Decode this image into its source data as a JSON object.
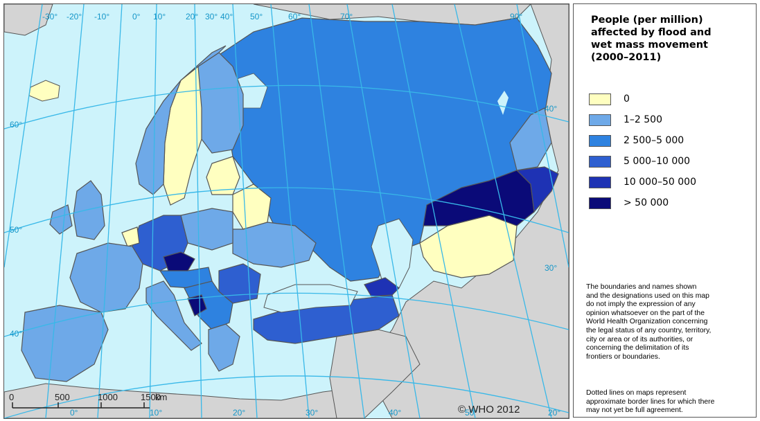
{
  "legend": {
    "title_lines": [
      "People (per million)",
      "affected by flood and",
      "wet mass movement",
      "(2000–2011)"
    ],
    "items": [
      {
        "label": "0",
        "color": "#ffffc0"
      },
      {
        "label": "1–2 500",
        "color": "#6ea9e8"
      },
      {
        "label": "2 500–5 000",
        "color": "#2e82e0"
      },
      {
        "label": "5 000–10 000",
        "color": "#2e5fd0"
      },
      {
        "label": "10 000–50 000",
        "color": "#1e32b4"
      },
      {
        "label": "> 50 000",
        "color": "#0a0a78"
      }
    ],
    "disclaimer_lines": [
      "The boundaries and names shown",
      "and the designations used on this map",
      "do not imply the expression of any",
      "opinion whatsoever on the part of the",
      "World Health Organization concerning",
      "the legal status of any country, territory,",
      "city or area or of its authorities, or",
      "concerning the delimitation of its",
      "frontiers or boundaries."
    ],
    "dotted_note_lines": [
      "Dotted lines on maps represent",
      "approximate border lines for which there",
      "may not yet be full agreement."
    ]
  },
  "map": {
    "colors": {
      "water": "#cdf3fb",
      "non_region": "#d4d4d4",
      "border": "#555555",
      "graticule": "#38b8e8"
    },
    "graticule_labels": {
      "top": [
        "-30°",
        "-20°",
        "-10°",
        "0°",
        "10°",
        "20°",
        "30°",
        "40°",
        "50°",
        "60°",
        "70°",
        "90°"
      ],
      "bottom": [
        "0°",
        "10°",
        "20°",
        "30°",
        "40°",
        "50°",
        "20°"
      ],
      "left": [
        "60°",
        "50°",
        "40°"
      ],
      "right": [
        "40°",
        "30°"
      ]
    },
    "scale_bar": {
      "ticks": [
        "0",
        "500",
        "1000",
        "1500"
      ],
      "unit": "km"
    },
    "credit": "© WHO 2012"
  }
}
